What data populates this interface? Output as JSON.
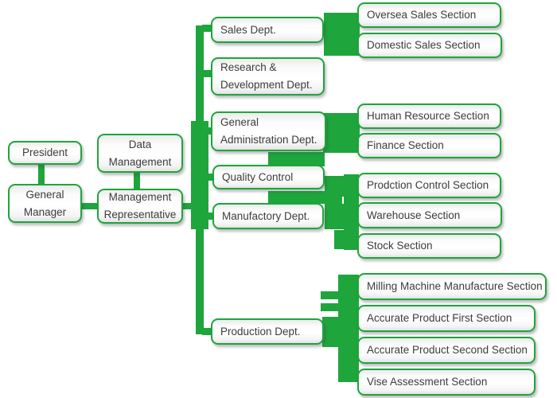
{
  "diagram": {
    "type": "org-chart",
    "accent_color": "#1ea53c",
    "box_fill": "#ffffff",
    "text_color": "#3c3c3c"
  },
  "nodes": {
    "president": {
      "label": "President"
    },
    "general_manager": {
      "label": "General\nManager"
    },
    "data_management": {
      "label": "Data\nManagement"
    },
    "management_representative": {
      "label": "Management\nRepresentative"
    },
    "sales_dept": {
      "label": "Sales Dept."
    },
    "rd_dept": {
      "label": "Research &\nDevelopment Dept."
    },
    "general_admin_dept": {
      "label": "General\nAdministration Dept."
    },
    "quality_control": {
      "label": "Quality Control"
    },
    "manufactory_dept": {
      "label": "Manufactory Dept."
    },
    "production_dept": {
      "label": "Production Dept."
    },
    "oversea_sales": {
      "label": "Oversea Sales Section"
    },
    "domestic_sales": {
      "label": "Domestic Sales Section"
    },
    "human_resource": {
      "label": "Human Resource Section"
    },
    "finance": {
      "label": "Finance Section"
    },
    "prodction_control": {
      "label": "Prodction Control Section"
    },
    "warehouse": {
      "label": "Warehouse Section"
    },
    "stock": {
      "label": "Stock Section"
    },
    "milling": {
      "label": "Milling Machine Manufacture Section"
    },
    "accurate_first": {
      "label": "Accurate Product First Section"
    },
    "accurate_second": {
      "label": "Accurate Product Second Section"
    },
    "vise": {
      "label": "Vise Assessment Section"
    }
  },
  "edges": [
    {
      "from": "president",
      "to": "general_manager"
    },
    {
      "from": "data_management",
      "to": "management_representative"
    },
    {
      "from": "general_manager",
      "to": "management_representative"
    },
    {
      "from": "management_representative",
      "to": "sales_dept"
    },
    {
      "from": "management_representative",
      "to": "rd_dept"
    },
    {
      "from": "management_representative",
      "to": "general_admin_dept"
    },
    {
      "from": "management_representative",
      "to": "quality_control"
    },
    {
      "from": "management_representative",
      "to": "manufactory_dept"
    },
    {
      "from": "management_representative",
      "to": "production_dept"
    },
    {
      "from": "sales_dept",
      "to": "oversea_sales"
    },
    {
      "from": "sales_dept",
      "to": "domestic_sales"
    },
    {
      "from": "general_admin_dept",
      "to": "human_resource"
    },
    {
      "from": "general_admin_dept",
      "to": "finance"
    },
    {
      "from": "quality_control",
      "to": "prodction_control"
    },
    {
      "from": "manufactory_dept",
      "to": "prodction_control"
    },
    {
      "from": "manufactory_dept",
      "to": "warehouse"
    },
    {
      "from": "manufactory_dept",
      "to": "stock"
    },
    {
      "from": "production_dept",
      "to": "milling"
    },
    {
      "from": "production_dept",
      "to": "accurate_first"
    },
    {
      "from": "production_dept",
      "to": "accurate_second"
    },
    {
      "from": "production_dept",
      "to": "vise"
    }
  ]
}
